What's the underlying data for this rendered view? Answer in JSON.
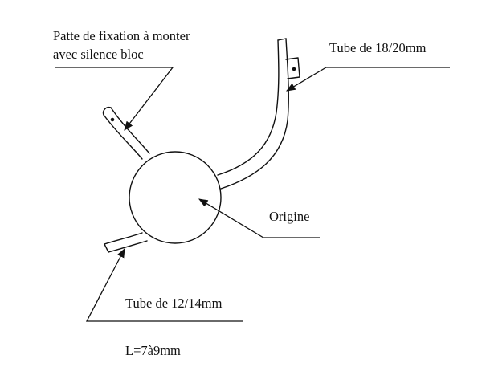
{
  "labels": {
    "patte_line1": "Patte de fixation à monter",
    "patte_line2": "avec silence bloc",
    "tube_large": "Tube de 18/20mm",
    "origine": "Origine",
    "tube_small": "Tube de 12/14mm",
    "length": "L=7à9mm"
  },
  "colors": {
    "ink": "#111111",
    "background": "#ffffff"
  }
}
